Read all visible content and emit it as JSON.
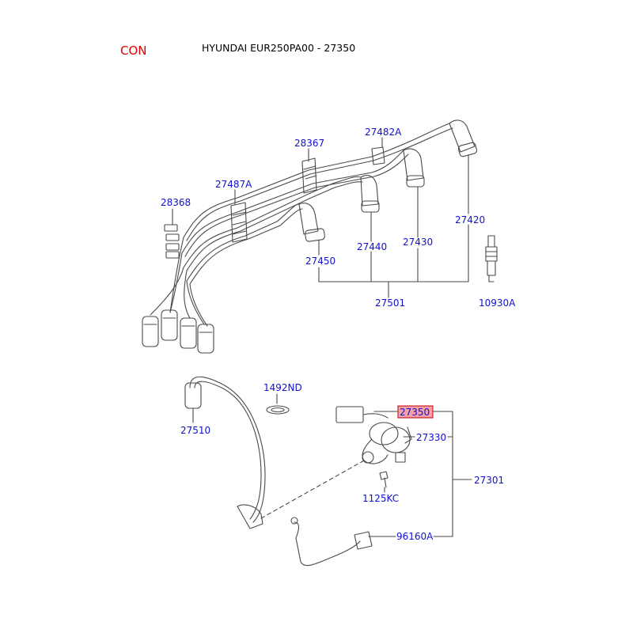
{
  "header": {
    "code": "CON",
    "title": "HYUNDAI EUR250PA00 - 27350"
  },
  "colors": {
    "label": "#1010d0",
    "highlight_fill": "#f4a0a8",
    "highlight_stroke": "#c00000",
    "code_color": "#e00000",
    "line": "#4a4a4a"
  },
  "parts": {
    "p28367": "28367",
    "p27482A": "27482A",
    "p27487A": "27487A",
    "p28368": "28368",
    "p27420": "27420",
    "p27440": "27440",
    "p27430": "27430",
    "p27450": "27450",
    "p27501": "27501",
    "p10930A": "10930A",
    "p1492ND": "1492ND",
    "p27510": "27510",
    "p27350": "27350",
    "p27330": "27330",
    "p27301": "27301",
    "p1125KC": "1125KC",
    "p96160A": "96160A"
  }
}
